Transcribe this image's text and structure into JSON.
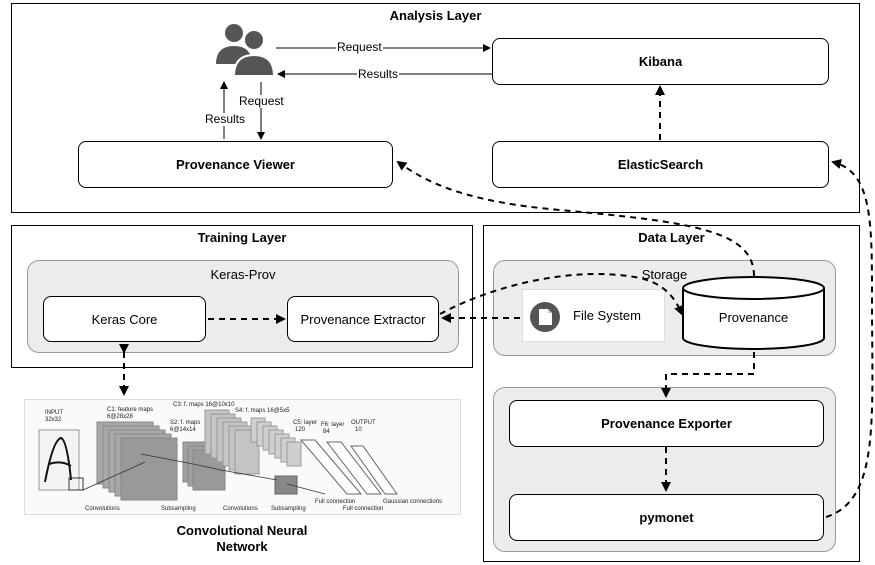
{
  "analysis_layer": {
    "title": "Analysis Layer",
    "kibana": "Kibana",
    "elasticsearch": "ElasticSearch",
    "provenance_viewer": "Provenance Viewer",
    "edge_request_top": "Request",
    "edge_results_top": "Results",
    "edge_request_side": "Request",
    "edge_results_side": "Results"
  },
  "training_layer": {
    "title": "Training Layer",
    "group_title": "Keras-Prov",
    "keras_core": "Keras Core",
    "provenance_extractor": "Provenance Extractor"
  },
  "data_layer": {
    "title": "Data Layer",
    "storage_title": "Storage",
    "file_system": "File System",
    "provenance_db": "Provenance",
    "provenance_exporter": "Provenance Exporter",
    "pymonet": "pymonet"
  },
  "cnn": {
    "caption": "Convolutional Neural Network",
    "input": "INPUT",
    "input_size": "32x32",
    "c1": "C1: feature maps",
    "c1_size": "6@28x28",
    "s2": "S2: f. maps",
    "s2_size": "6@14x14",
    "c3": "C3: f. maps 16@10x10",
    "s4": "S4: f. maps 16@5x5",
    "c5": "C5: layer",
    "c5_size": "120",
    "f6": "F6: layer",
    "f6_size": "84",
    "output": "OUTPUT",
    "output_size": "10",
    "convolutions_1": "Convolutions",
    "subsampling_1": "Subsampling",
    "convolutions_2": "Convolutions",
    "subsampling_2": "Subsampling",
    "full_connection_1": "Full connection",
    "full_connection_2": "Full connection",
    "gaussian": "Gaussian connections"
  },
  "icons": {
    "users": "users-icon",
    "file": "file-icon"
  },
  "colors": {
    "group_fill": "#ececec",
    "icon_dark": "#555555"
  }
}
